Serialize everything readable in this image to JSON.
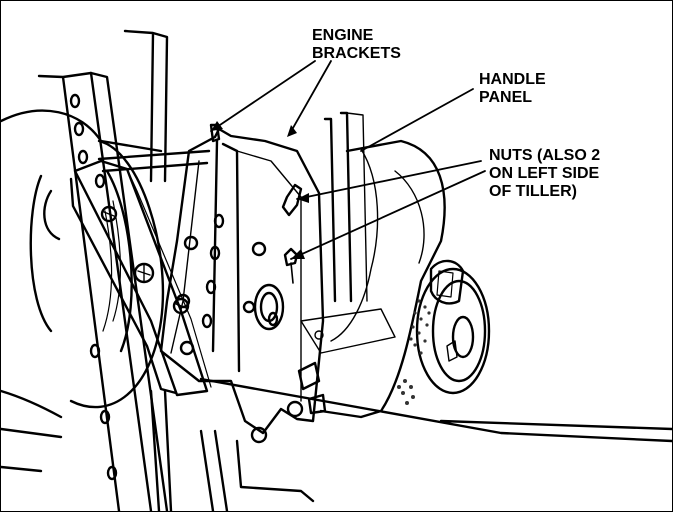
{
  "figure": {
    "callouts": {
      "engine_brackets": [
        "ENGINE",
        "BRACKETS"
      ],
      "handle_panel": [
        "HANDLE",
        "PANEL"
      ],
      "nuts": [
        "NUTS (ALSO 2",
        "ON LEFT SIDE",
        "OF TILLER)"
      ]
    },
    "colors": {
      "ink": "#000000",
      "paper": "#ffffff",
      "stipple": "#333333"
    }
  }
}
